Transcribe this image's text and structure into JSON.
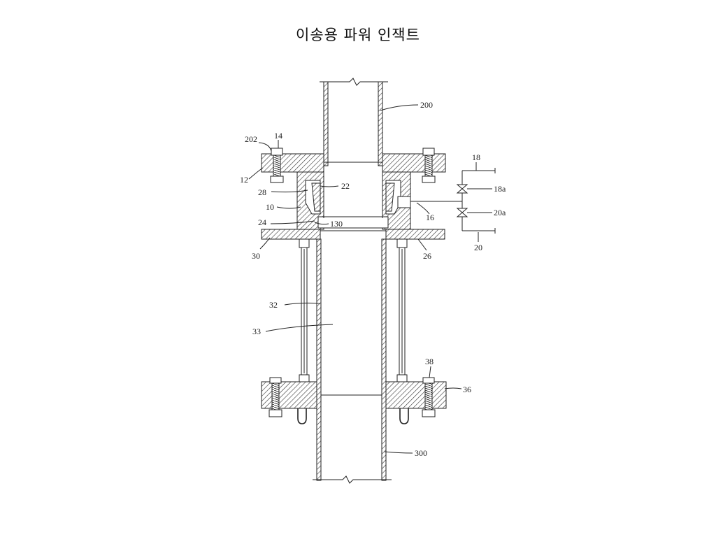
{
  "title": "이송용 파워 인잭트",
  "labels": {
    "n200": "200",
    "n202": "202",
    "n14": "14",
    "n12": "12",
    "n28": "28",
    "n22": "22",
    "n10": "10",
    "n24": "24",
    "n130": "130",
    "n30": "30",
    "n26": "26",
    "n18": "18",
    "n18a": "18a",
    "n16": "16",
    "n20a": "20a",
    "n20": "20",
    "n32": "32",
    "n33": "33",
    "n38": "38",
    "n36": "36",
    "n300": "300"
  }
}
